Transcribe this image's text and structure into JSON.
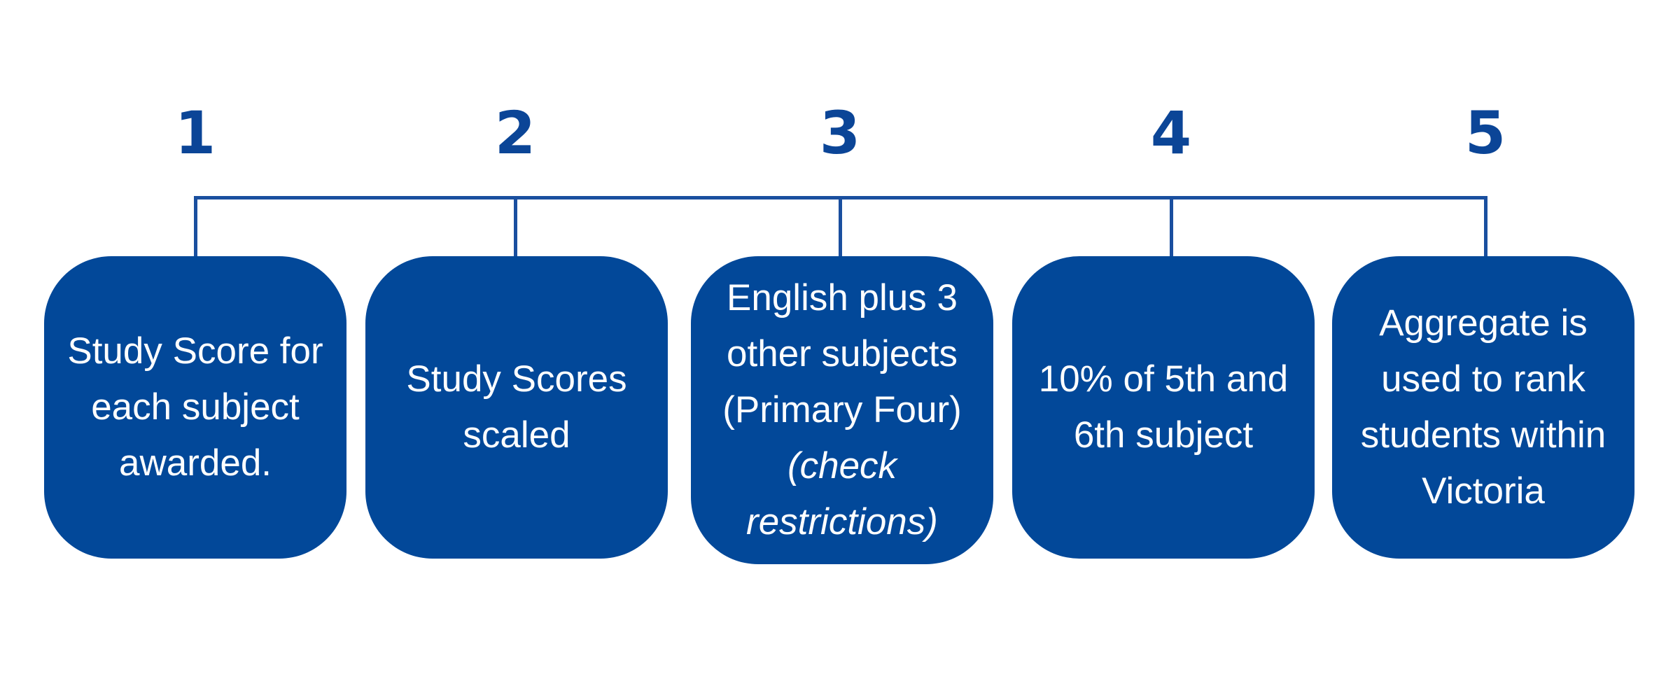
{
  "steps": [
    {
      "number": "1",
      "text": "Study Score for each subject awarded.",
      "note": ""
    },
    {
      "number": "2",
      "text": "Study Scores scaled",
      "note": ""
    },
    {
      "number": "3",
      "text": "English plus 3 other subjects (Primary Four)",
      "note": "(check restrictions)"
    },
    {
      "number": "4",
      "text": "10% of 5th and 6th subject",
      "note": ""
    },
    {
      "number": "5",
      "text": "Aggregate is used to rank students within Victoria",
      "note": ""
    }
  ],
  "colors": {
    "box_fill": "#024899",
    "number_text": "#0b4597",
    "connector": "#1a4f9f",
    "box_text": "#ffffff"
  }
}
